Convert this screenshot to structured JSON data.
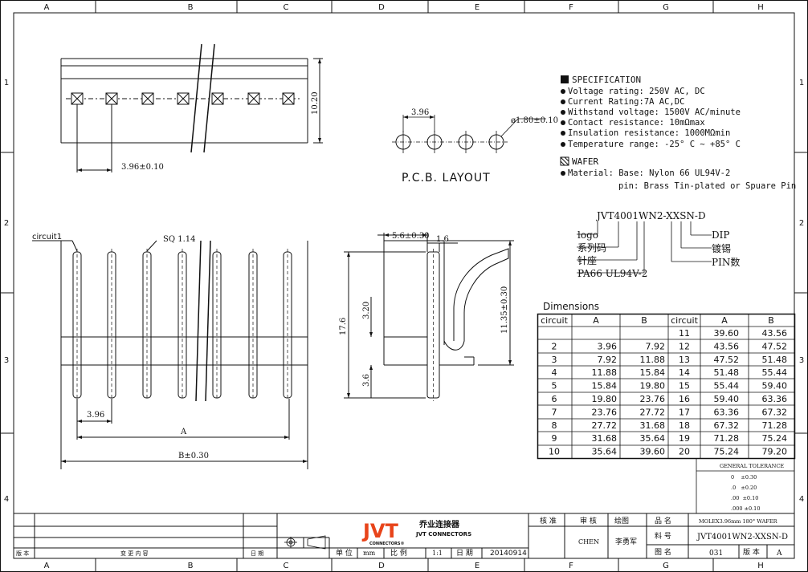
{
  "frame": {
    "col_labels": [
      "A",
      "B",
      "C",
      "D",
      "E",
      "F",
      "G",
      "H"
    ],
    "row_labels": [
      "1",
      "2",
      "3",
      "4"
    ]
  },
  "top_view": {
    "dim_height": "10.20",
    "dim_pitch": "3.96±0.10"
  },
  "pcb": {
    "pitch": "3.96",
    "hole": "ø1.80±0.10",
    "title": "P.C.B. LAYOUT"
  },
  "spec": {
    "title": "SPECIFICATION",
    "items": [
      "Voltage rating: 250V AC, DC",
      "Current Rating:7A AC,DC",
      "Withstand voltage: 1500V AC/minute",
      "Contact resistance: 10mΩmax",
      "Insulation resistance: 1000MΩmin",
      "Temperature range: -25° C ~ +85° C"
    ],
    "wafer_title": "WAFER",
    "wafer_items": [
      "Material: Base: Nylon 66 UL94V-2",
      "pin: Brass Tin-plated or Spuare Pin"
    ]
  },
  "part_code": {
    "code": "JVT4001WN2-XXSN-D",
    "left_labels": [
      "logo",
      "系列码",
      "针座",
      "PA66 UL94V-2"
    ],
    "right_labels": [
      "DIP",
      "镀锡",
      "PIN数"
    ]
  },
  "front_view": {
    "circuit1": "circuit1",
    "sq": "SQ 1.14",
    "pitch": "3.96",
    "dim_a": "A",
    "dim_b": "B±0.30"
  },
  "side_view": {
    "d1": "5.6±0.30",
    "d2": "1.6",
    "d3": "17.6",
    "d4": "3.20",
    "d5": "3.6",
    "d6": "11.35±0.30"
  },
  "dimensions": {
    "title": "Dimensions",
    "headers": [
      "circuit",
      "A",
      "B",
      "circuit",
      "A",
      "B"
    ],
    "rows": [
      [
        "",
        "",
        "",
        "11",
        "39.60",
        "43.56"
      ],
      [
        "2",
        "3.96",
        "7.92",
        "12",
        "43.56",
        "47.52"
      ],
      [
        "3",
        "7.92",
        "11.88",
        "13",
        "47.52",
        "51.48"
      ],
      [
        "4",
        "11.88",
        "15.84",
        "14",
        "51.48",
        "55.44"
      ],
      [
        "5",
        "15.84",
        "19.80",
        "15",
        "55.44",
        "59.40"
      ],
      [
        "6",
        "19.80",
        "23.76",
        "16",
        "59.40",
        "63.36"
      ],
      [
        "7",
        "23.76",
        "27.72",
        "17",
        "63.36",
        "67.32"
      ],
      [
        "8",
        "27.72",
        "31.68",
        "18",
        "67.32",
        "71.28"
      ],
      [
        "9",
        "31.68",
        "35.64",
        "19",
        "71.28",
        "75.24"
      ],
      [
        "10",
        "35.64",
        "39.60",
        "20",
        "75.24",
        "79.20"
      ]
    ]
  },
  "tolerance": {
    "title": "GENERAL TOLERANCE",
    "rows": [
      "0    ±0.30",
      ".0   ±0.20",
      ".00  ±0.10",
      ".000 ±0.10"
    ]
  },
  "title_block": {
    "rev": "版 本",
    "change": "变 更 内 容",
    "date": "日 期",
    "unit": "单 位",
    "unit_val": "mm",
    "scale": "比 例",
    "scale_val": "1:1",
    "date2": "日 期",
    "date_val": "20140914",
    "logo": "JVT",
    "company_cn": "乔业连接器",
    "company_en": "JVT CONNECTORS",
    "company_small": "CONNECTORS®",
    "check": "核 准",
    "review": "审 核",
    "draw": "绘图",
    "reviewer": "CHEN",
    "drawer": "李勇军",
    "pname_lbl": "品 名",
    "pname": "MOLEX3.96mm 180° WAFER",
    "pno_lbl": "料 号",
    "pno": "JVT4001WN2-XXSN-D",
    "dwg_lbl": "图 名",
    "dwg": "031",
    "ver_lbl": "版 本",
    "ver": "A"
  }
}
